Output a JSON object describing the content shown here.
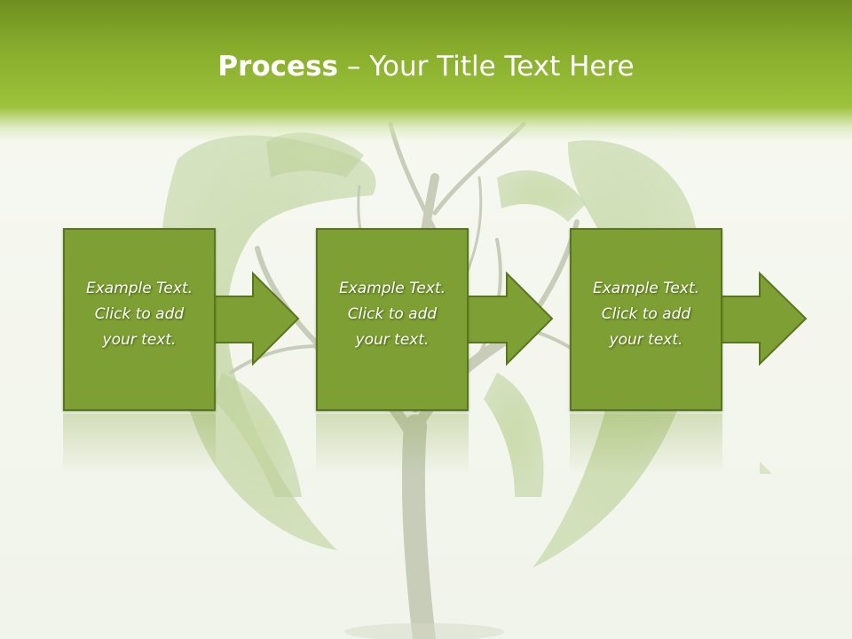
{
  "slide": {
    "title_strong": "Process",
    "title_rest": " – Your Title Text Here"
  },
  "steps": [
    {
      "text": "Example Text.\nClick  to add\nyour text."
    },
    {
      "text": "Example Text.\nClick  to add\nyour text."
    },
    {
      "text": "Example Text.\nClick  to add\nyour text."
    }
  ],
  "colors": {
    "title_bar": "#88ad2c",
    "box_fill": "#7e9f33",
    "box_border": "#58761e",
    "text": "#ffffff"
  }
}
